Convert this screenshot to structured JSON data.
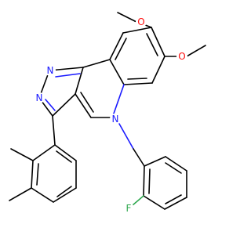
{
  "atoms": {
    "o1": {
      "label": "O",
      "color": "#ff0d0d"
    },
    "o2": {
      "label": "O",
      "color": "#ff0d0d"
    },
    "n1": {
      "label": "N",
      "color": "#1a1aff"
    },
    "n2": {
      "label": "N",
      "color": "#1a1aff"
    },
    "n3": {
      "label": "N",
      "color": "#1a1aff"
    },
    "f": {
      "label": "F",
      "color": "#2fa84f"
    }
  }
}
